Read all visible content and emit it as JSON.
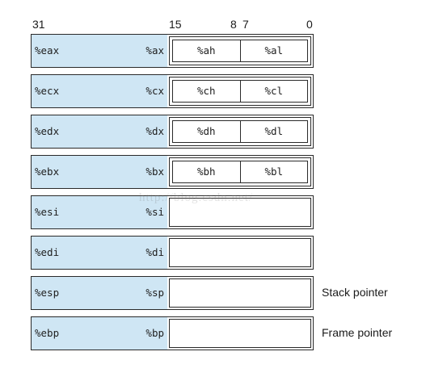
{
  "bit_labels": {
    "b31": "31",
    "b15": "15",
    "b8": "8",
    "b7": "7",
    "b0": "0"
  },
  "registers": [
    {
      "e": "%eax",
      "w": "%ax",
      "h": "%ah",
      "l": "%al",
      "note": ""
    },
    {
      "e": "%ecx",
      "w": "%cx",
      "h": "%ch",
      "l": "%cl",
      "note": ""
    },
    {
      "e": "%edx",
      "w": "%dx",
      "h": "%dh",
      "l": "%dl",
      "note": ""
    },
    {
      "e": "%ebx",
      "w": "%bx",
      "h": "%bh",
      "l": "%bl",
      "note": ""
    },
    {
      "e": "%esi",
      "w": "%si",
      "h": "",
      "l": "",
      "note": ""
    },
    {
      "e": "%edi",
      "w": "%di",
      "h": "",
      "l": "",
      "note": ""
    },
    {
      "e": "%esp",
      "w": "%sp",
      "h": "",
      "l": "",
      "note": "Stack pointer"
    },
    {
      "e": "%ebp",
      "w": "%bp",
      "h": "",
      "l": "",
      "note": "Frame pointer"
    }
  ],
  "watermark": "http://blog.csdn.net/",
  "colors": {
    "name_fill": "#cfe6f4",
    "border": "#2a2a2a"
  }
}
